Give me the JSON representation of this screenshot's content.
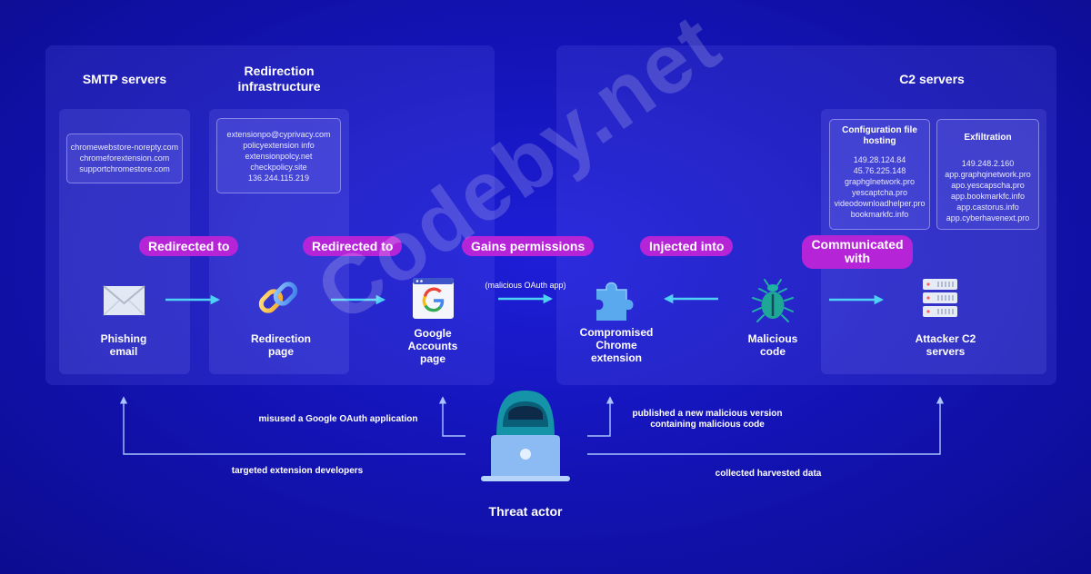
{
  "groups": {
    "smtp": {
      "title": "SMTP servers",
      "domains": [
        "chromewebstore-norepty.com",
        "chromeforextension.com",
        "supportchromestore.com"
      ]
    },
    "redirection": {
      "title": "Redirection infrastructure",
      "domains": [
        "extensionpo@cyprivacy.com",
        "policyextension info",
        "extensionpolcy.net",
        "checkpolicy.site",
        "136.244.115.219"
      ]
    },
    "c2": {
      "title": "C2 servers"
    },
    "config_hosting": {
      "title": "Configuration file hosting",
      "domains": [
        "149.28.124.84",
        "45.76.225.148",
        "graphglnetwork.pro",
        "yescaptcha.pro",
        "videodownloadhelper.pro",
        "bookmarkfc.info"
      ]
    },
    "exfiltration": {
      "title": "Exfiltration",
      "domains": [
        "149.248.2.160",
        "app.graphqinetwork.pro",
        "apo.yescapscha.pro",
        "app.bookmarkfc.info",
        "app.castorus.info",
        "app.cyberhavenext.pro"
      ]
    }
  },
  "pills": {
    "redirected_to_1": "Redirected to",
    "redirected_to_2": "Redirected to",
    "gains_permissions": "Gains permissions",
    "injected_into": "Injected into",
    "communicated_with": "Communicated with"
  },
  "nodes": {
    "phishing_email": "Phishing email",
    "redirection_page": "Redirection page",
    "google_accounts": "Google Accounts page",
    "compromised_extension": "Compromised Chrome extension",
    "malicious_code": "Malicious code",
    "attacker_c2": "Attacker C2 servers",
    "threat_actor": "Threat actor"
  },
  "notes": {
    "oauth_app": "(malicious OAuth app)",
    "misused_oauth": "misused a Google OAuth application",
    "published_version": "published a new malicious version containing malicious code",
    "targeted_devs": "targeted extension developers",
    "collected_data": "collected harvested data"
  },
  "watermark": "Codeby.net",
  "colors": {
    "background": "#1414b8",
    "pill": "#b624d8",
    "arrow": "#4fd0f5",
    "connector": "#a9c4ff"
  }
}
